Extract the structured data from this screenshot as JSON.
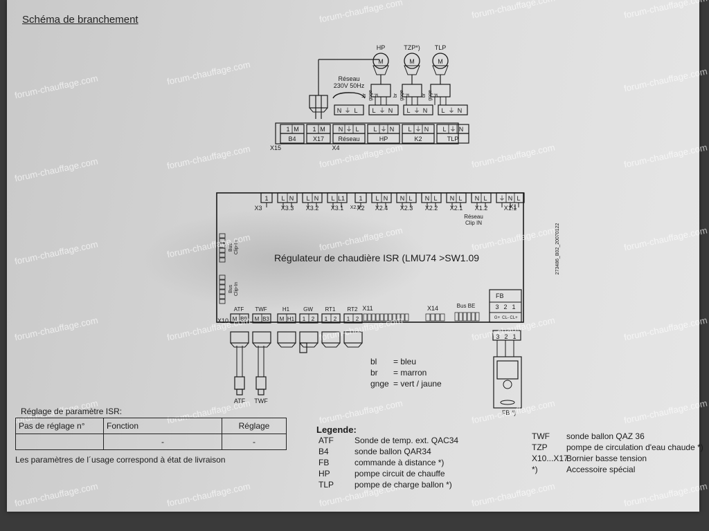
{
  "title": "Schéma de branchement",
  "watermark": "forum-chauffage.com",
  "regulator": {
    "name": "Régulateur de  chaudière ISR (LMU74 >SW1.09",
    "serial": "273486_B02_20070122"
  },
  "top_block": {
    "terminals": [
      {
        "pins": [
          "1",
          "M"
        ],
        "label": "B4"
      },
      {
        "pins": [
          "1",
          "M"
        ],
        "label": "X17"
      },
      {
        "pins": [
          "N",
          "⏚",
          "L"
        ],
        "label": "Réseau"
      },
      {
        "pins": [
          "L",
          "⏚",
          "N"
        ],
        "label": "HP"
      },
      {
        "pins": [
          "L",
          "⏚",
          "N"
        ],
        "label": "K2"
      },
      {
        "pins": [
          "L",
          "⏚",
          "N"
        ],
        "label": "TLP"
      }
    ],
    "side_labels": [
      "X15",
      "X4"
    ],
    "mains_label": "Réseau\n230V 50Hz",
    "mains_pins": [
      "N",
      "⏚",
      "L"
    ],
    "pumps": [
      "HP",
      "TZP*)",
      "TLP"
    ],
    "wire_labels": [
      "br",
      "gnge",
      "bl"
    ]
  },
  "reg_top": {
    "groups": [
      {
        "pins": [
          "1"
        ],
        "label": "X3"
      },
      {
        "pins": [
          "L",
          "N"
        ],
        "label": "X3.3"
      },
      {
        "pins": [
          "L",
          "N"
        ],
        "label": "X3.2"
      },
      {
        "pins": [
          "L",
          "L1"
        ],
        "label": "X3.1"
      },
      {
        "pins": [
          "1"
        ],
        "label": "X2"
      },
      {
        "pins": [
          "L",
          "N"
        ],
        "label": "X2.4"
      },
      {
        "pins": [
          "N",
          "L"
        ],
        "label": "X2.3"
      },
      {
        "pins": [
          "N",
          "L"
        ],
        "label": "X2.2"
      },
      {
        "pins": [
          "N",
          "L"
        ],
        "label": "X2.1"
      },
      {
        "pins": [
          "N",
          "L"
        ],
        "label": "X1.2"
      },
      {
        "pins": [
          "⏚",
          "N",
          "L"
        ],
        "label": "X1.1"
      }
    ],
    "x25": "X2.5",
    "x1": "X1",
    "reseau_clip": "Réseau\nClip IN"
  },
  "bus_clip": "Bus\nClip-In",
  "reg_bottom": {
    "groups": [
      {
        "label": "ATF",
        "pins": [
          "M",
          "B9"
        ]
      },
      {
        "label": "TWF",
        "pins": [
          "M",
          "B3"
        ]
      },
      {
        "label": "H1",
        "pins": [
          "M",
          "H1"
        ]
      },
      {
        "label": "GW",
        "pins": [
          "1",
          "2"
        ]
      },
      {
        "label": "RT1",
        "pins": [
          "1",
          "2"
        ]
      },
      {
        "label": "RT2",
        "pins": [
          "1",
          "2"
        ]
      }
    ],
    "x10": "X10",
    "x11": "X11",
    "x14": "X14",
    "bus_be": "Bus BE",
    "fb": {
      "label": "FB",
      "pins": [
        "3",
        "2",
        "1"
      ],
      "sub": [
        "G+",
        "CL-",
        "CL+"
      ]
    }
  },
  "sensors": [
    "ATF",
    "TWF"
  ],
  "remote_label": "FB *)",
  "colors_legend": [
    {
      "code": "bl",
      "meaning": "= bleu"
    },
    {
      "code": "br",
      "meaning": "= marron"
    },
    {
      "code": "gnge",
      "meaning": "= vert / jaune"
    }
  ],
  "settings": {
    "title": "Réglage de paramètre ISR:",
    "headers": [
      "Pas de réglage n°",
      "Fonction",
      "Réglage"
    ],
    "row": [
      "",
      "-",
      "-"
    ],
    "note": "Les paramètres de l´usage correspond à état de livraison"
  },
  "legend": {
    "title": "Legende:",
    "left": [
      {
        "code": "ATF",
        "desc": "Sonde de temp. ext. QAC34"
      },
      {
        "code": "B4",
        "desc": "sonde ballon QAR34"
      },
      {
        "code": "FB",
        "desc": "commande à distance *)"
      },
      {
        "code": "HP",
        "desc": "pompe circuit de chauffe"
      },
      {
        "code": "TLP",
        "desc": "pompe de charge ballon *)"
      }
    ],
    "right": [
      {
        "code": "TWF",
        "desc": "sonde ballon QAZ 36"
      },
      {
        "code": "TZP",
        "desc": "pompe de circulation d'eau chaude *)"
      },
      {
        "code": "X10...X17",
        "desc": "Bornier basse tension"
      },
      {
        "code": "*)",
        "desc": "Accessoire spécial"
      }
    ]
  }
}
